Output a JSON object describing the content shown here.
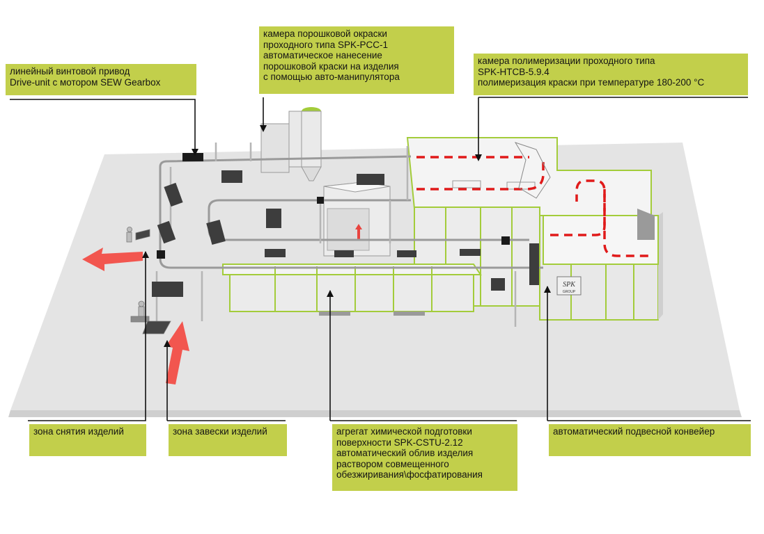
{
  "colors": {
    "label_bg": "#c2cf4b",
    "booth_frame": "#a3cc3a",
    "arrow": "#f2564f",
    "route_dash": "#e01a1a",
    "floor": "#e4e4e4"
  },
  "labels": {
    "powder_booth": {
      "lines": [
        "камера порошковой окраски",
        "проходного типа SPK-PCC-1",
        "автоматическое нанесение",
        "порошковой краски на изделия",
        "с помощью авто-манипулятора"
      ]
    },
    "curing_oven": {
      "lines": [
        "камера полимеризации проходного типа",
        "SPK-HTCB-5.9.4",
        "полимеризация краски при температуре 180-200 °C"
      ]
    },
    "drive_unit": {
      "lines": [
        "линейный винтовой привод",
        "Drive-unit с мотором SEW Gearbox"
      ]
    },
    "unloading_zone": {
      "lines": [
        "зона снятия изделий"
      ]
    },
    "loading_zone": {
      "lines": [
        "зона завески изделий"
      ]
    },
    "pretreatment": {
      "lines": [
        "агрегат химической подготовки",
        "поверхности SPK-CSTU-2.12",
        "автоматический облив изделия",
        "раствором совмещенного",
        "обезжиривания\\фосфатирования"
      ]
    },
    "conveyor": {
      "lines": [
        "автоматический подвесной конвейер"
      ]
    }
  },
  "logos": {
    "booth": "SPK",
    "group": "GROUP"
  }
}
